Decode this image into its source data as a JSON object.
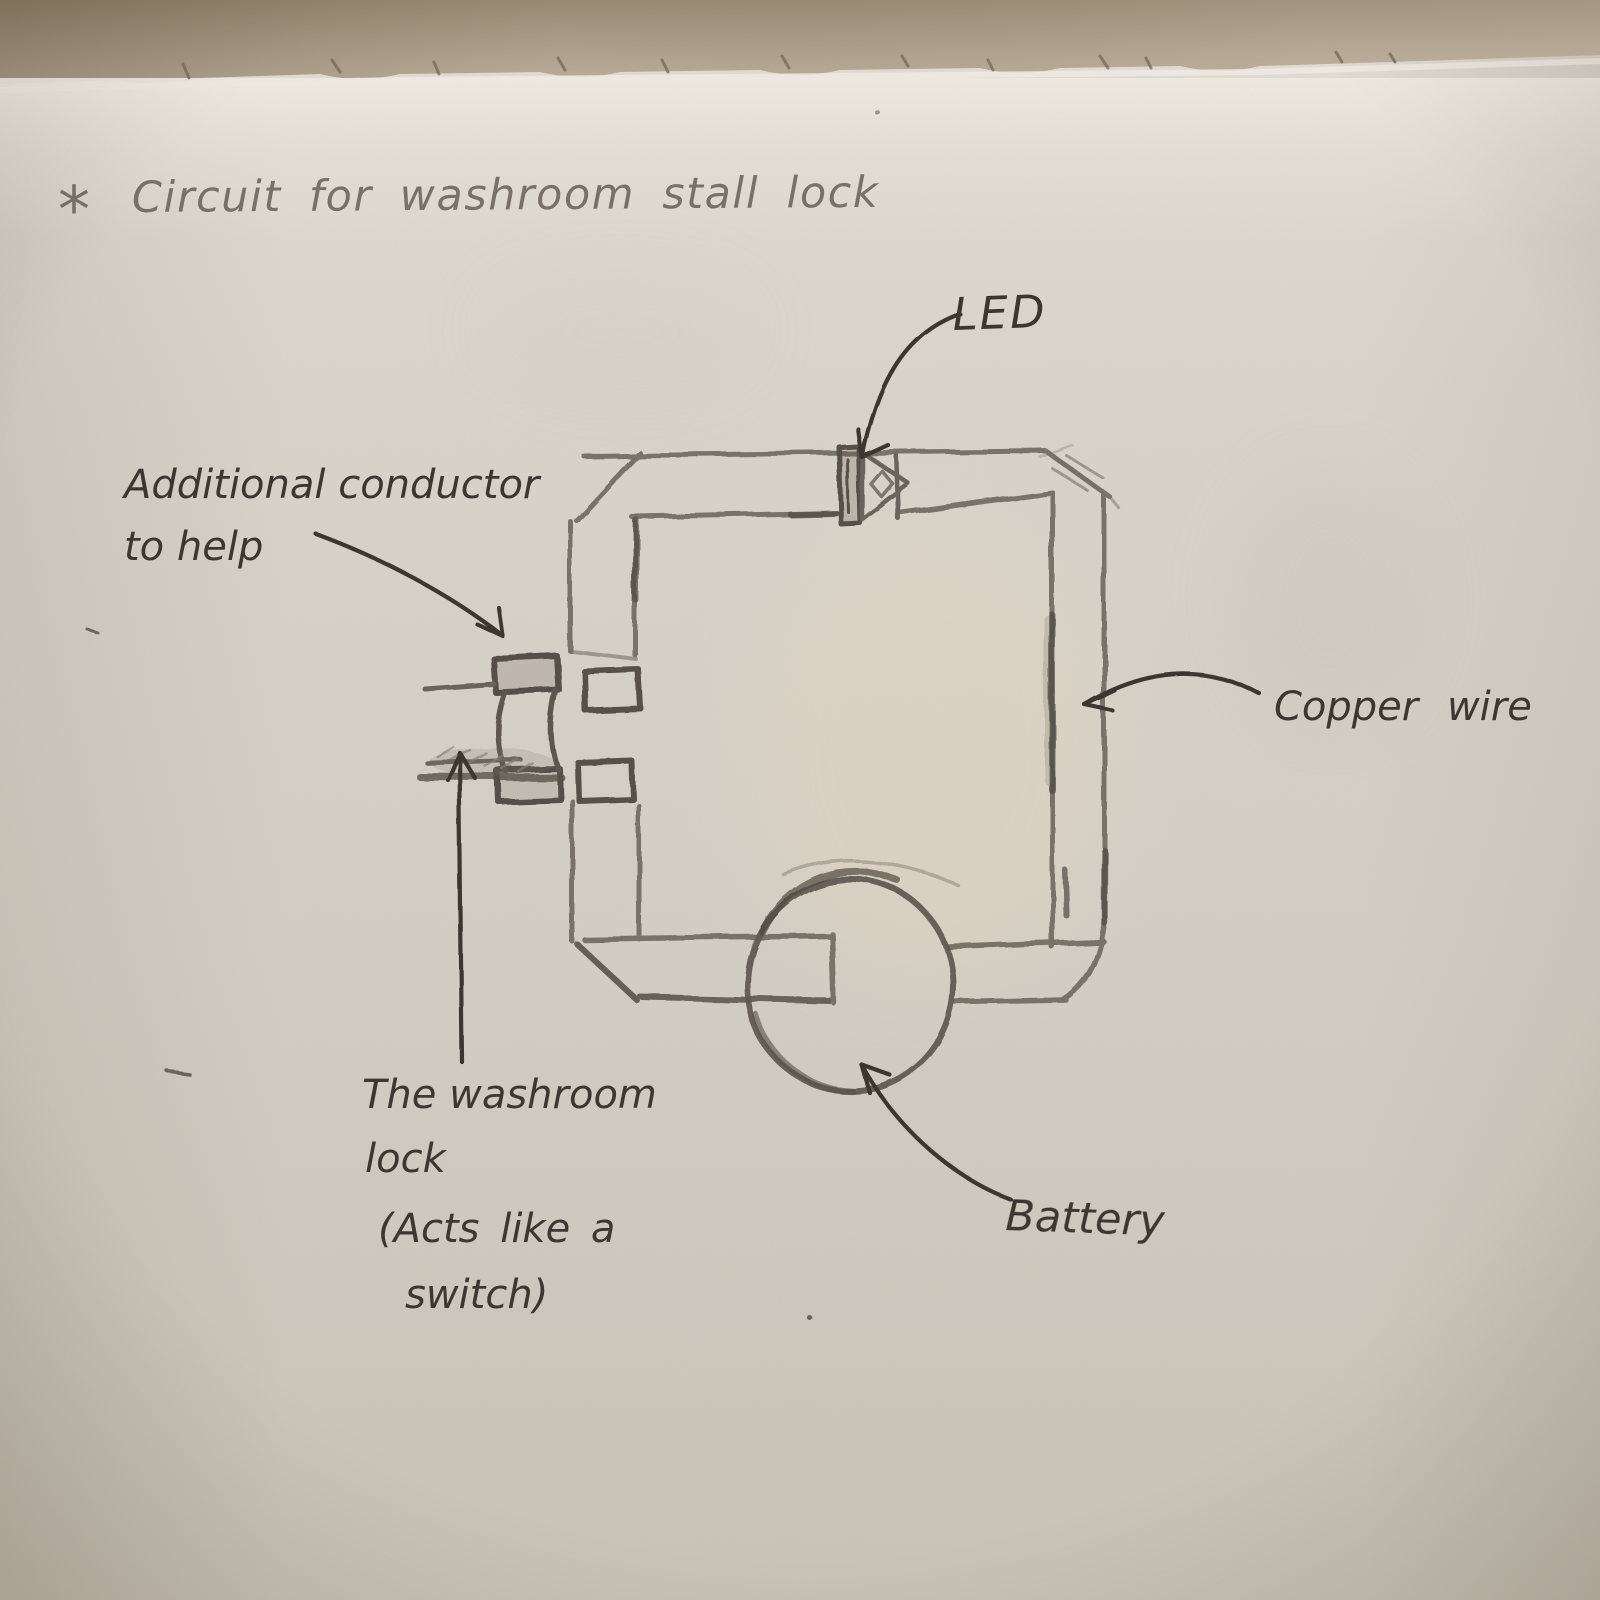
{
  "title": {
    "marker": "*",
    "text": "Circuit for washroom stall lock"
  },
  "labels": {
    "led": "LED",
    "additional_conductor_line1": "Additional conductor",
    "additional_conductor_line2": "to help",
    "copper_wire": "Copper wire",
    "battery": "Battery",
    "washroom_lock_line1": "The washroom",
    "washroom_lock_line2": "lock",
    "washroom_lock_line3": "(Acts like a",
    "washroom_lock_line4": "switch)"
  },
  "diagram": {
    "type": "hand-drawn circuit sketch",
    "components": [
      "LED",
      "Copper wire",
      "Battery",
      "Washroom lock (acts like a switch)",
      "Additional conductor"
    ],
    "colors": {
      "paper": "#d7d2c9",
      "desk_strip": "#b3a591",
      "pencil": "#6b645c",
      "pencil_dark": "#4e4840",
      "ink": "#3a352f"
    }
  }
}
